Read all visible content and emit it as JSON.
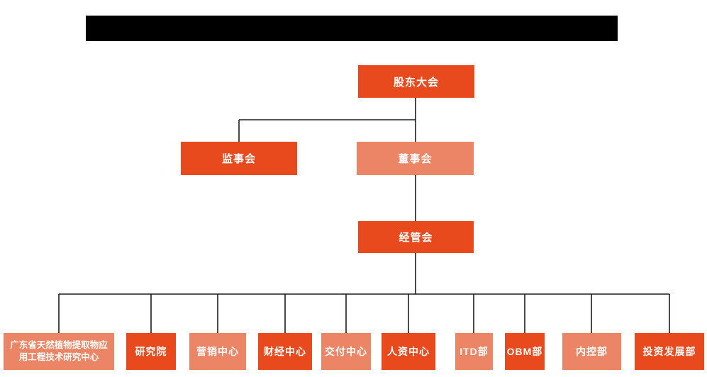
{
  "meta": {
    "description": "Company organizational structure chart",
    "title_bar": {
      "redacted": true,
      "text": ""
    }
  },
  "colors": {
    "dark_orange": "#e8491d",
    "light_orange": "#ec8566",
    "line": "#1c1c1c",
    "redacted_bar": "#000000",
    "text": "#ffffff"
  },
  "chart": {
    "root": {
      "label": "股东大会",
      "variant": "dark"
    },
    "level2": [
      {
        "label": "监事会",
        "variant": "dark"
      },
      {
        "label": "董事会",
        "variant": "light"
      }
    ],
    "level3": {
      "label": "经管会",
      "variant": "dark"
    },
    "departments": [
      {
        "label": "广东省天然植物提取物应用工程技术研究中心",
        "variant": "light"
      },
      {
        "label": "研究院",
        "variant": "dark"
      },
      {
        "label": "营销中心",
        "variant": "light"
      },
      {
        "label": "财经中心",
        "variant": "dark"
      },
      {
        "label": "交付中心",
        "variant": "light"
      },
      {
        "label": "人资中心",
        "variant": "dark"
      },
      {
        "label": "ITD部",
        "variant": "light"
      },
      {
        "label": "OBM部",
        "variant": "dark"
      },
      {
        "label": "内控部",
        "variant": "light"
      },
      {
        "label": "投资发展部",
        "variant": "dark"
      }
    ]
  }
}
